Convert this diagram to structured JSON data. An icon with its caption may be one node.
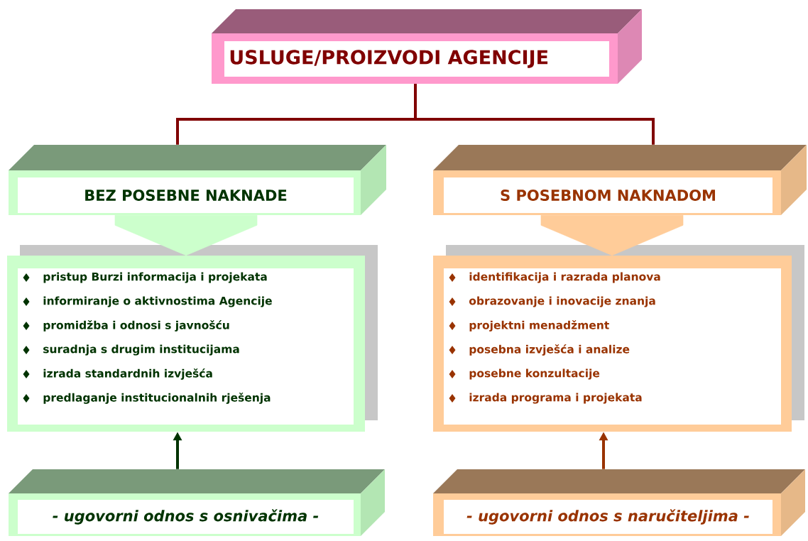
{
  "diagram": {
    "nodes": [
      {
        "text": [
          "USLUGE/PROIZVODI AGENCIJE"
        ]
      },
      {
        "text": [
          "BEZ POSEBNE NAKNADE"
        ]
      },
      {
        "text": [
          "S POSEBNOM NAKNADOM"
        ]
      },
      {
        "text": [
          "pristup Burzi informacija i projekata",
          "informiranje o aktivnostima Agencije",
          "promidžba i odnosi s javnošću",
          "suradnja s drugim institucijama",
          "izrada standardnih izvješća",
          "predlaganje institucionalnih rješenja"
        ]
      },
      {
        "text": [
          "identifikacija i razrada planova",
          "obrazovanje i inovacije znanja",
          "projektni menadžment",
          "posebna izvješća i analize",
          "posebne konzultacije",
          "izrada programa i projekata"
        ]
      },
      {
        "text": [
          "- ugovorni odnos s osnivačima -"
        ]
      },
      {
        "text": [
          "- ugovorni odnos s naručiteljima -"
        ]
      }
    ],
    "edges": [
      {
        "from": 0,
        "to": 1,
        "arrow": "none",
        "color": "#800000"
      },
      {
        "from": 0,
        "to": 2,
        "arrow": "none",
        "color": "#800000"
      },
      {
        "from": 1,
        "to": 3,
        "arrow": "to",
        "style": "thick",
        "color": "#ccffcc"
      },
      {
        "from": 2,
        "to": 4,
        "arrow": "to",
        "style": "thick",
        "color": "#ffcc99"
      },
      {
        "from": 5,
        "to": 3,
        "arrow": "to",
        "color": "#003300"
      },
      {
        "from": 6,
        "to": 4,
        "arrow": "to",
        "color": "#993300"
      }
    ]
  }
}
